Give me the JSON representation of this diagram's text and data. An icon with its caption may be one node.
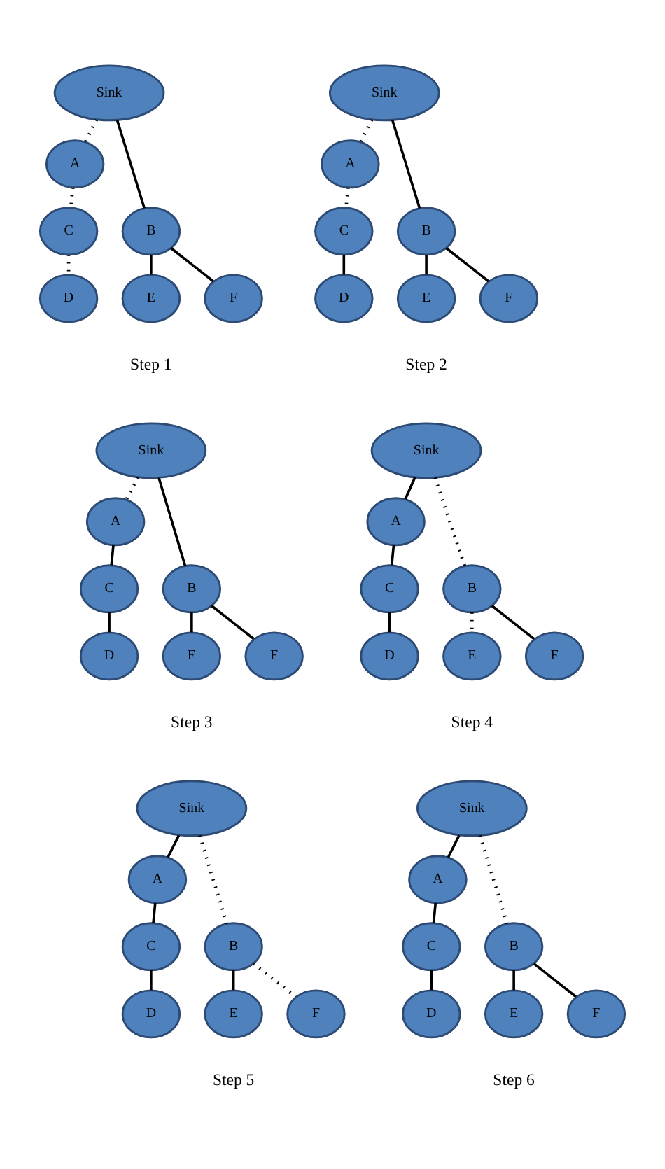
{
  "diagram": {
    "nodes": [
      {
        "text": [
          "Sink"
        ]
      },
      {
        "text": [
          "A"
        ]
      },
      {
        "text": [
          "B"
        ]
      },
      {
        "text": [
          "C"
        ]
      },
      {
        "text": [
          "E"
        ]
      },
      {
        "text": [
          "F"
        ]
      },
      {
        "text": [
          "D"
        ]
      },
      {
        "text": [
          "Sink"
        ]
      },
      {
        "text": [
          "A"
        ]
      },
      {
        "text": [
          "B"
        ]
      },
      {
        "text": [
          "C"
        ]
      },
      {
        "text": [
          "E"
        ]
      },
      {
        "text": [
          "F"
        ]
      },
      {
        "text": [
          "D"
        ]
      },
      {
        "text": [
          "Sink"
        ]
      },
      {
        "text": [
          "A"
        ]
      },
      {
        "text": [
          "B"
        ]
      },
      {
        "text": [
          "C"
        ]
      },
      {
        "text": [
          "E"
        ]
      },
      {
        "text": [
          "F"
        ]
      },
      {
        "text": [
          "D"
        ]
      },
      {
        "text": [
          "Sink"
        ]
      },
      {
        "text": [
          "A"
        ]
      },
      {
        "text": [
          "B"
        ]
      },
      {
        "text": [
          "C"
        ]
      },
      {
        "text": [
          "E"
        ]
      },
      {
        "text": [
          "F"
        ]
      },
      {
        "text": [
          "D"
        ]
      },
      {
        "text": [
          "Sink"
        ]
      },
      {
        "text": [
          "A"
        ]
      },
      {
        "text": [
          "B"
        ]
      },
      {
        "text": [
          "C"
        ]
      },
      {
        "text": [
          "E"
        ]
      },
      {
        "text": [
          "F"
        ]
      },
      {
        "text": [
          "D"
        ]
      },
      {
        "text": [
          "Sink"
        ]
      },
      {
        "text": [
          "A"
        ]
      },
      {
        "text": [
          "B"
        ]
      },
      {
        "text": [
          "C"
        ]
      },
      {
        "text": [
          "E"
        ]
      },
      {
        "text": [
          "F"
        ]
      },
      {
        "text": [
          "D"
        ]
      }
    ],
    "edges": [
      {
        "from": 0,
        "to": 1,
        "arrow": "none",
        "style": "dashed"
      },
      {
        "from": 0,
        "to": 2,
        "arrow": "none"
      },
      {
        "from": 1,
        "to": 3,
        "arrow": "none",
        "style": "dashed"
      },
      {
        "from": 2,
        "to": 4,
        "arrow": "none"
      },
      {
        "from": 2,
        "to": 5,
        "arrow": "none"
      },
      {
        "from": 3,
        "to": 6,
        "arrow": "none",
        "style": "dashed"
      },
      {
        "from": 7,
        "to": 8,
        "arrow": "none",
        "style": "dashed"
      },
      {
        "from": 7,
        "to": 9,
        "arrow": "none"
      },
      {
        "from": 8,
        "to": 10,
        "arrow": "none",
        "style": "dashed"
      },
      {
        "from": 9,
        "to": 11,
        "arrow": "none"
      },
      {
        "from": 9,
        "to": 12,
        "arrow": "none"
      },
      {
        "from": 10,
        "to": 13,
        "arrow": "none"
      },
      {
        "from": 14,
        "to": 15,
        "arrow": "none",
        "style": "dashed"
      },
      {
        "from": 14,
        "to": 16,
        "arrow": "none"
      },
      {
        "from": 15,
        "to": 17,
        "arrow": "none"
      },
      {
        "from": 16,
        "to": 18,
        "arrow": "none"
      },
      {
        "from": 16,
        "to": 19,
        "arrow": "none"
      },
      {
        "from": 17,
        "to": 20,
        "arrow": "none"
      },
      {
        "from": 21,
        "to": 22,
        "arrow": "none"
      },
      {
        "from": 21,
        "to": 23,
        "arrow": "none",
        "style": "dashed"
      },
      {
        "from": 22,
        "to": 24,
        "arrow": "none"
      },
      {
        "from": 23,
        "to": 25,
        "arrow": "none",
        "style": "dashed"
      },
      {
        "from": 23,
        "to": 26,
        "arrow": "none"
      },
      {
        "from": 24,
        "to": 27,
        "arrow": "none"
      },
      {
        "from": 28,
        "to": 29,
        "arrow": "none"
      },
      {
        "from": 28,
        "to": 30,
        "arrow": "none",
        "style": "dashed"
      },
      {
        "from": 29,
        "to": 31,
        "arrow": "none"
      },
      {
        "from": 30,
        "to": 32,
        "arrow": "none"
      },
      {
        "from": 30,
        "to": 33,
        "arrow": "none",
        "style": "dashed"
      },
      {
        "from": 31,
        "to": 34,
        "arrow": "none"
      },
      {
        "from": 35,
        "to": 36,
        "arrow": "none"
      },
      {
        "from": 35,
        "to": 37,
        "arrow": "none",
        "style": "dashed"
      },
      {
        "from": 36,
        "to": 38,
        "arrow": "none"
      },
      {
        "from": 37,
        "to": 39,
        "arrow": "none"
      },
      {
        "from": 37,
        "to": 40,
        "arrow": "none"
      },
      {
        "from": 38,
        "to": 41,
        "arrow": "none"
      }
    ],
    "labels": [
      "Step 1",
      "Step 2",
      "Step 3",
      "Step 4",
      "Step 5",
      "Step 6"
    ]
  }
}
